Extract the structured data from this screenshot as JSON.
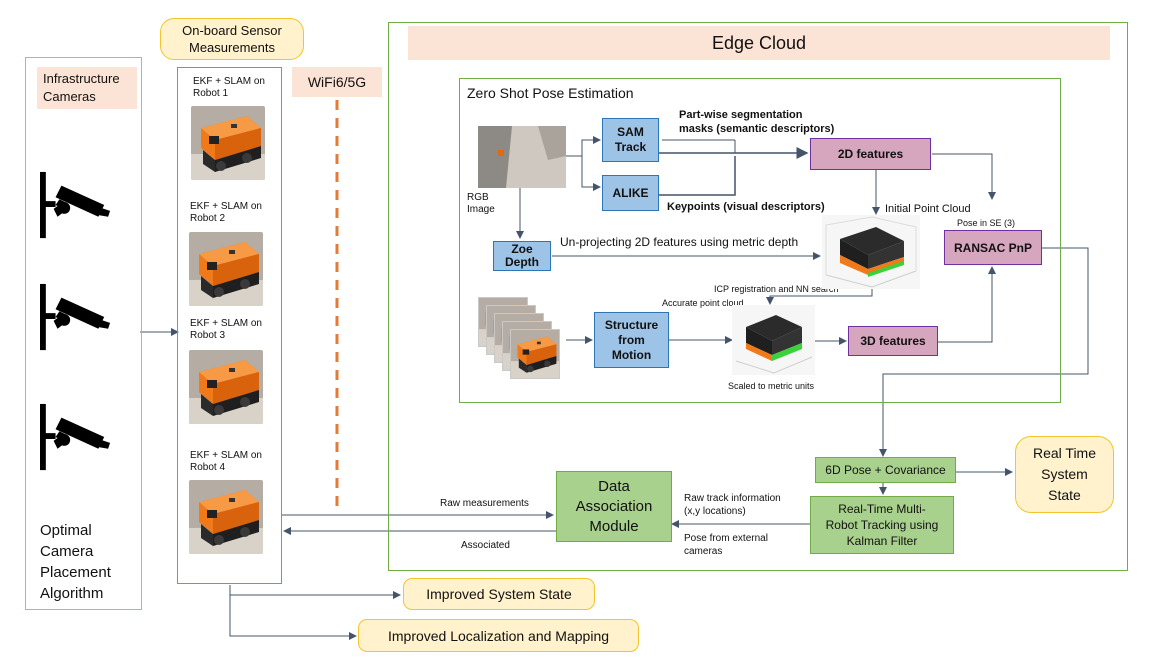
{
  "infrastructure": {
    "title": "Infrastructure\nCameras",
    "algorithm_label": "Optimal\nCamera\nPlacement\nAlgorithm",
    "camera_icon": "cctv-camera-icon"
  },
  "onboard": {
    "title": "On-board Sensor\nMeasurements",
    "robots": [
      {
        "caption": "EKF + SLAM on\nRobot 1"
      },
      {
        "caption": "EKF + SLAM on\nRobot 2"
      },
      {
        "caption": "EKF + SLAM on\nRobot 3"
      },
      {
        "caption": "EKF + SLAM on\nRobot 4"
      }
    ]
  },
  "network": {
    "label": "WiFi6/5G"
  },
  "edge_cloud": {
    "title": "Edge Cloud",
    "pose_estimation": {
      "title": "Zero Shot Pose Estimation",
      "rgb_label": "RGB\nImage",
      "sam_track": "SAM\nTrack",
      "alike": "ALIKE",
      "zoe_depth": "Zoe\nDepth",
      "structure_from_motion": "Structure\nfrom\nMotion",
      "features_2d": "2D features",
      "features_3d": "3D features",
      "ransac": "RANSAC PnP",
      "segmentation_note": "Part-wise segmentation\nmasks (semantic descriptors)",
      "keypoints_note": "Keypoints (visual descriptors)",
      "unprojecting_note": "Un-projecting 2D features using metric depth",
      "initial_point_cloud": "Initial Point Cloud",
      "pose_se3": "Pose in SE (3)",
      "icp_note": "ICP registration and NN search",
      "accurate_point_cloud": "Accurate point cloud",
      "scaled_note": "Scaled to metric units"
    },
    "pose_covariance": "6D Pose + Covariance",
    "tracking": "Real-Time Multi-\nRobot Tracking using\nKalman Filter"
  },
  "data_association": {
    "title": "Data\nAssociation\nModule",
    "raw_measurements": "Raw measurements",
    "associated": "Associated",
    "raw_track_info": "Raw track information\n(x,y locations)",
    "pose_external": "Pose from external\ncameras"
  },
  "outputs": {
    "real_time_state": "Real Time\nSystem\nState",
    "improved_state": "Improved System State",
    "improved_localization": "Improved Localization and Mapping"
  },
  "colors": {
    "peach": "#fbe4d5",
    "light_orange_border": "#f4b183",
    "yellow_fill": "#fff2cc",
    "yellow_border": "#f4c542",
    "green_border": "#70ad47",
    "green_fill": "#a9d18e",
    "blue_fill": "#9dc3e6",
    "blue_border": "#2e75b6",
    "pink_fill": "#d5a6bd",
    "pink_border": "#7030a0",
    "robot_orange": "#f07a1a",
    "dash_orange": "#e07b39",
    "wire": "#44546a"
  }
}
